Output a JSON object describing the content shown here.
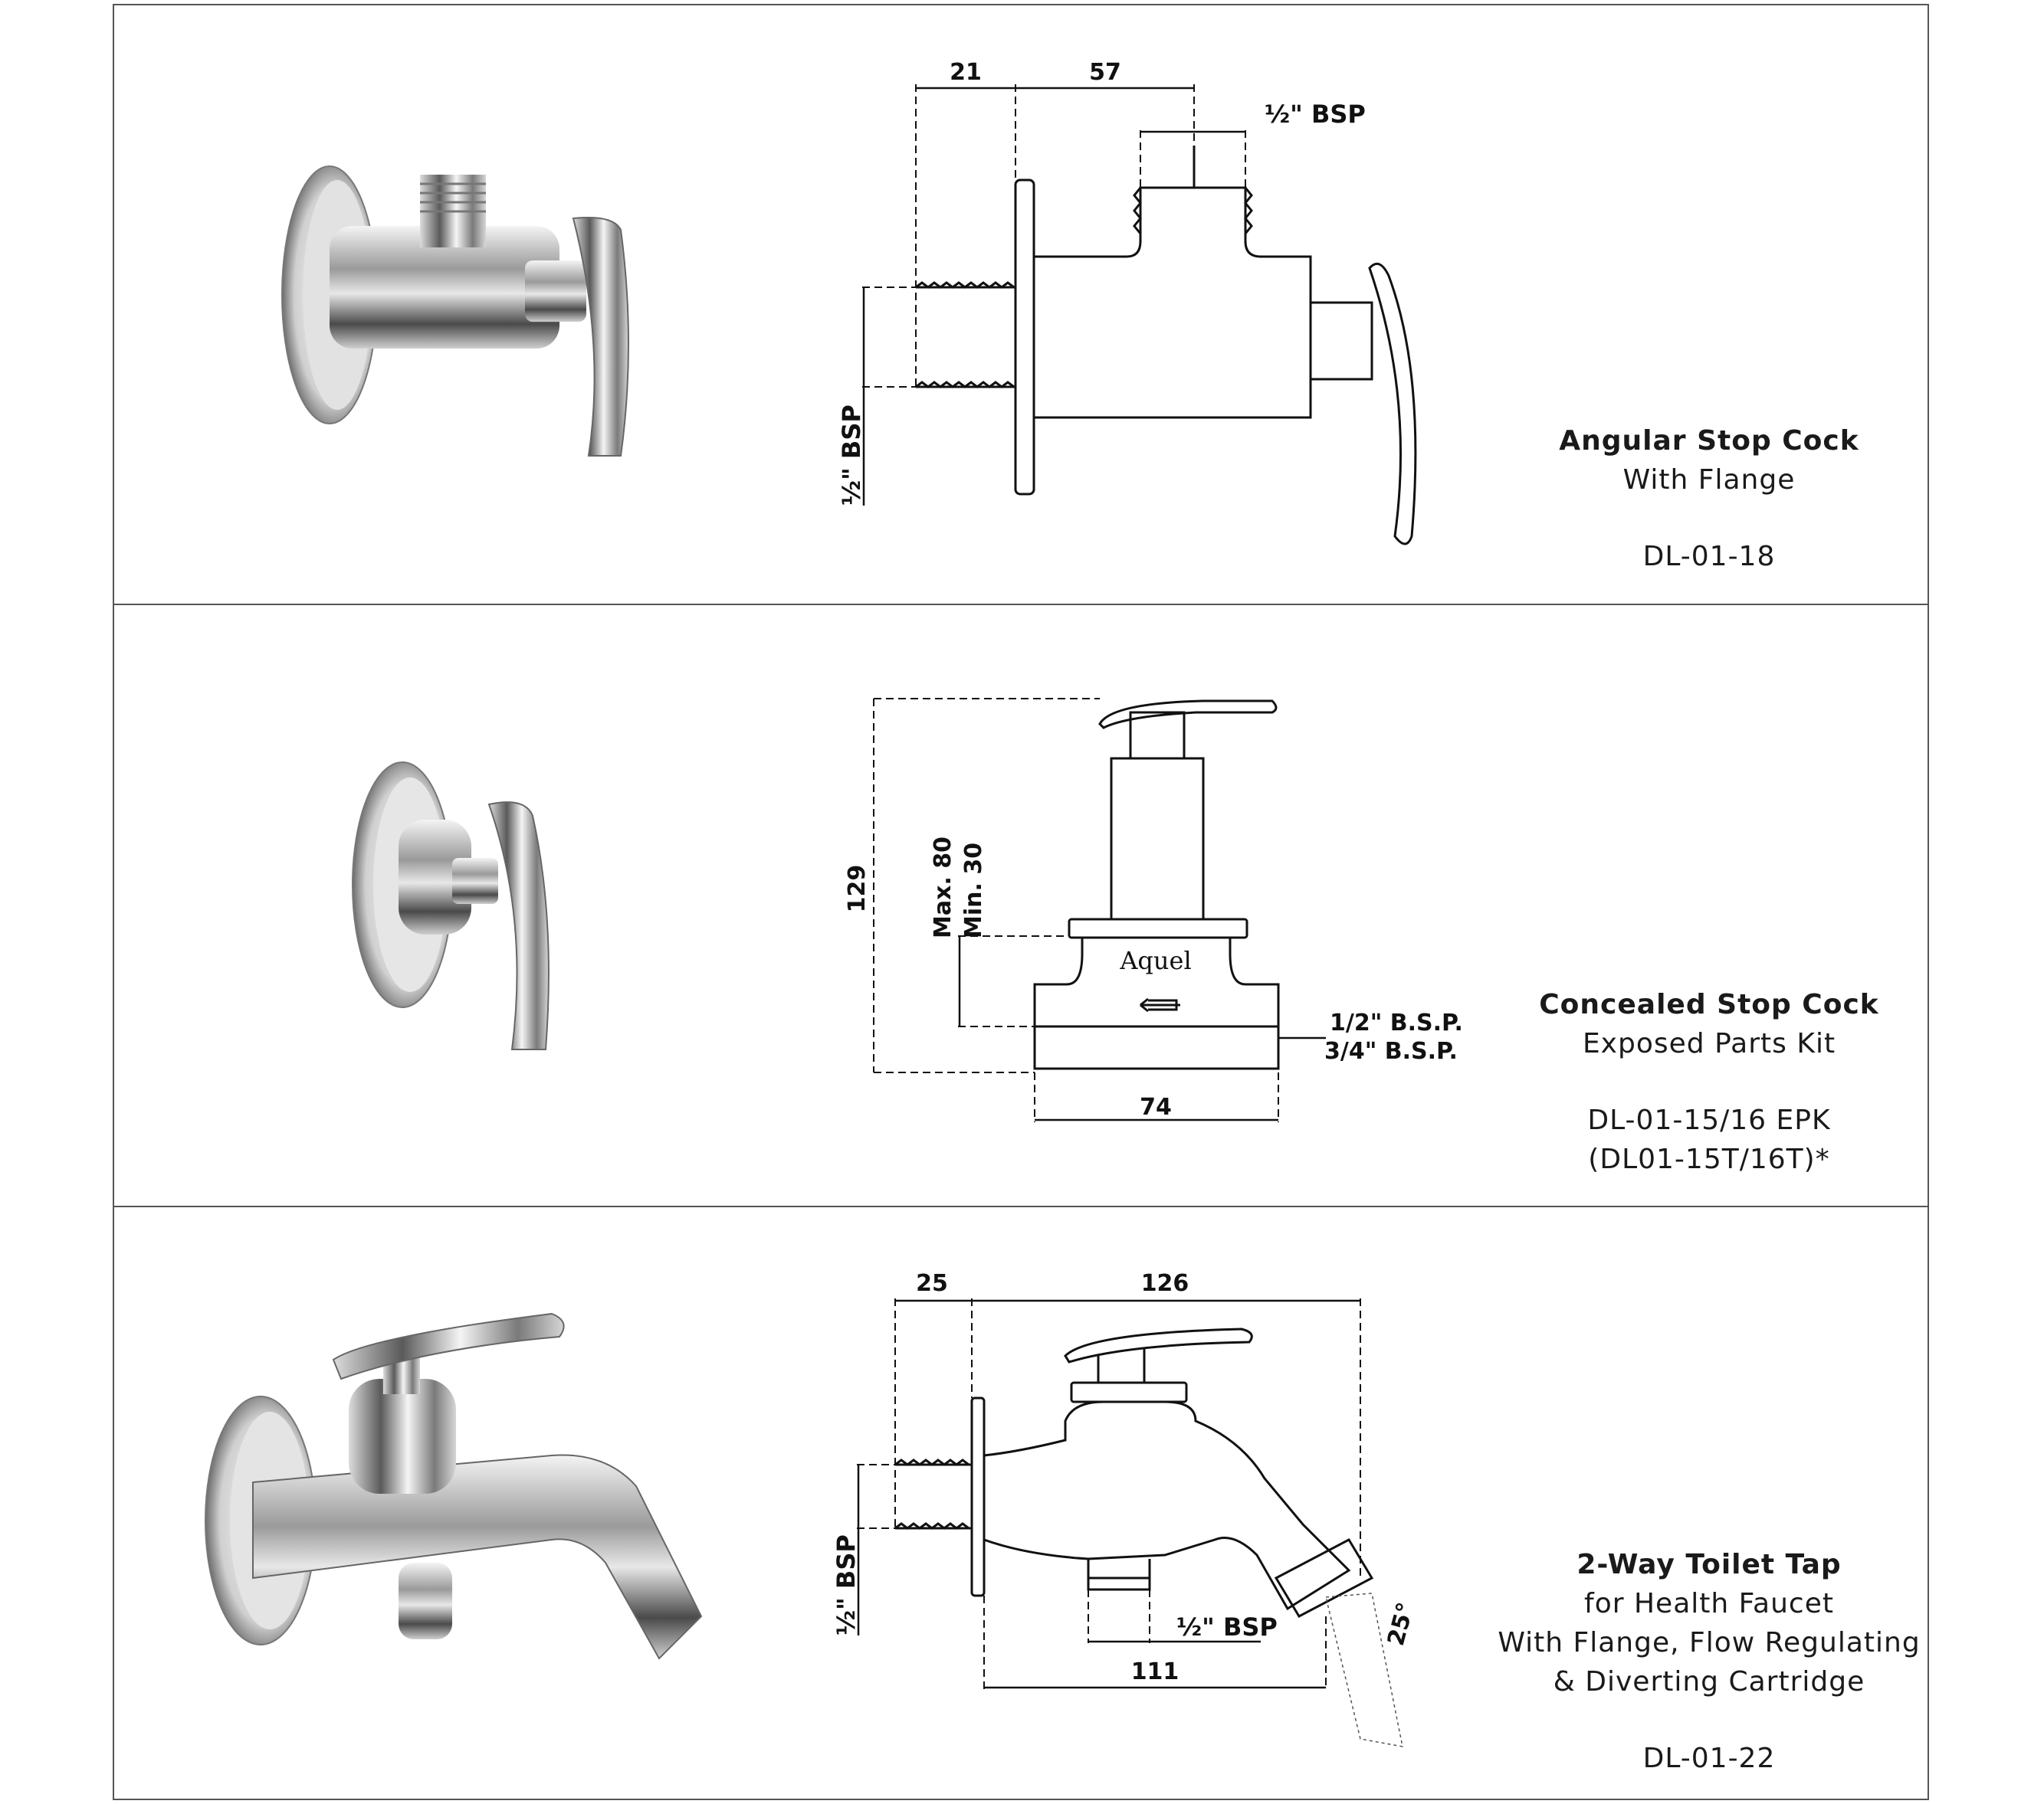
{
  "products": [
    {
      "title": "Angular Stop Cock",
      "subtitle": "With Flange",
      "code": "DL-01-18",
      "dims": {
        "d1": "21",
        "d2": "57",
        "bsp_top": "½\" BSP",
        "bsp_side": "½\" BSP"
      }
    },
    {
      "title": "Concealed Stop Cock",
      "subtitle": "Exposed Parts Kit",
      "code": "DL-01-15/16 EPK",
      "code2": "(DL01-15T/16T)*",
      "dims": {
        "height": "129",
        "max": "Max. 80",
        "min": "Min. 30",
        "bsp1": "1/2\" B.S.P.",
        "bsp2": "3/4\" B.S.P.",
        "width": "74",
        "brand": "Aquel"
      }
    },
    {
      "title": "2-Way Toilet Tap",
      "subtitle_lines": [
        "for Health Faucet",
        "With Flange, Flow Regulating",
        "& Diverting Cartridge"
      ],
      "code": "DL-01-22",
      "dims": {
        "d1": "25",
        "d2": "126",
        "bsp_side": "½\" BSP",
        "bsp_bottom": "½\" BSP",
        "d3": "111",
        "angle": "25°"
      }
    }
  ]
}
